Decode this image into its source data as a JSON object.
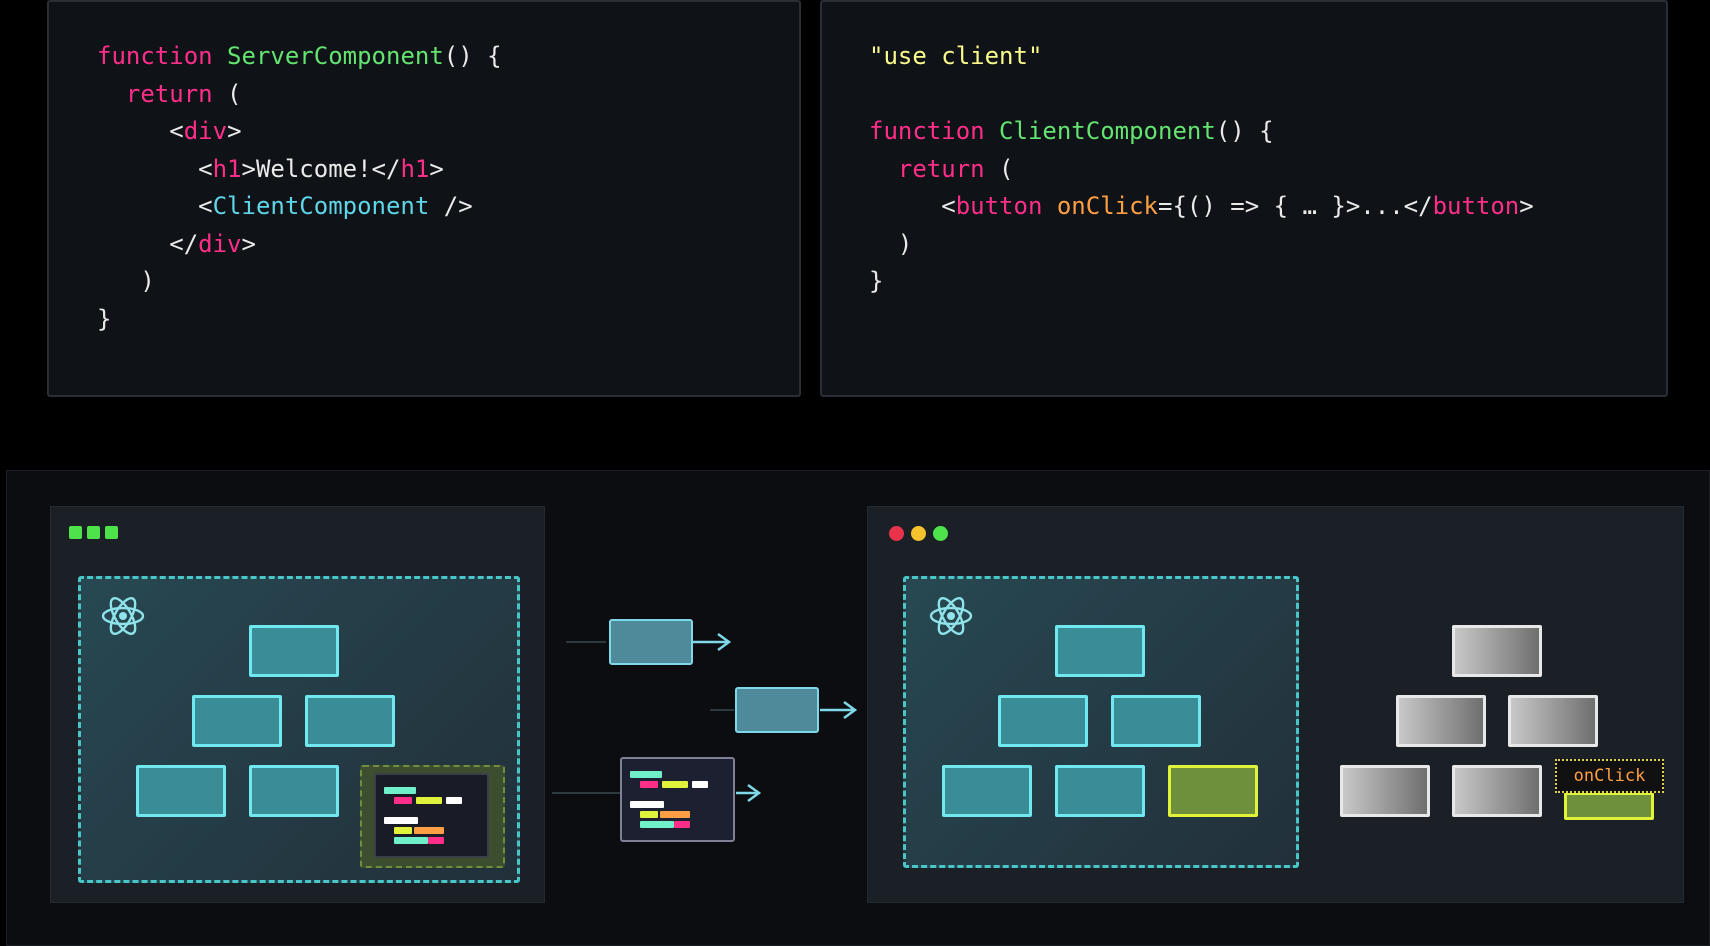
{
  "server_code": {
    "lines": [
      [
        {
          "t": "function ",
          "c": "kw"
        },
        {
          "t": "ServerComponent",
          "c": "fn"
        },
        {
          "t": "() {",
          "c": "punc"
        }
      ],
      [
        {
          "t": "  ",
          "c": "punc"
        },
        {
          "t": "return",
          "c": "kw"
        },
        {
          "t": " (",
          "c": "punc"
        }
      ],
      [
        {
          "t": "     <",
          "c": "punc"
        },
        {
          "t": "div",
          "c": "tag"
        },
        {
          "t": ">",
          "c": "punc"
        }
      ],
      [
        {
          "t": "       <",
          "c": "punc"
        },
        {
          "t": "h1",
          "c": "tag"
        },
        {
          "t": ">Welcome!</",
          "c": "punc"
        },
        {
          "t": "h1",
          "c": "tag"
        },
        {
          "t": ">",
          "c": "punc"
        }
      ],
      [
        {
          "t": "       <",
          "c": "punc"
        },
        {
          "t": "ClientComponent",
          "c": "comp"
        },
        {
          "t": " />",
          "c": "punc"
        }
      ],
      [
        {
          "t": "     </",
          "c": "punc"
        },
        {
          "t": "div",
          "c": "tag"
        },
        {
          "t": ">",
          "c": "punc"
        }
      ],
      [
        {
          "t": "   )",
          "c": "punc"
        }
      ],
      [
        {
          "t": "}",
          "c": "punc"
        }
      ]
    ]
  },
  "client_code": {
    "lines": [
      [
        {
          "t": "\"use client\"",
          "c": "str"
        }
      ],
      [],
      [
        {
          "t": "function ",
          "c": "kw"
        },
        {
          "t": "ClientComponent",
          "c": "fn"
        },
        {
          "t": "() {",
          "c": "punc"
        }
      ],
      [
        {
          "t": "  ",
          "c": "punc"
        },
        {
          "t": "return",
          "c": "kw"
        },
        {
          "t": " (",
          "c": "punc"
        }
      ],
      [
        {
          "t": "     <",
          "c": "punc"
        },
        {
          "t": "button",
          "c": "tag"
        },
        {
          "t": " ",
          "c": "punc"
        },
        {
          "t": "onClick",
          "c": "attr"
        },
        {
          "t": "={() => { … }>...</",
          "c": "punc"
        },
        {
          "t": "button",
          "c": "tag"
        },
        {
          "t": ">",
          "c": "punc"
        }
      ],
      [
        {
          "t": "  )",
          "c": "punc"
        }
      ],
      [
        {
          "t": "}",
          "c": "punc"
        }
      ]
    ]
  },
  "client_tree_label": "onClick",
  "colors": {
    "keyword": "#ff2e88",
    "function": "#63e36f",
    "component": "#5fd6e8",
    "string": "#fbfb8c",
    "attribute": "#ff9f43",
    "node_border": "#6fe8f0",
    "node_fill": "#3a8c96",
    "client_node_border": "#e0f23a",
    "traffic_red": "#e8334a",
    "traffic_yellow": "#f3c22c",
    "traffic_green": "#4ee34a"
  },
  "icons": [
    "react-icon",
    "react-icon",
    "arrow-right-icon"
  ]
}
